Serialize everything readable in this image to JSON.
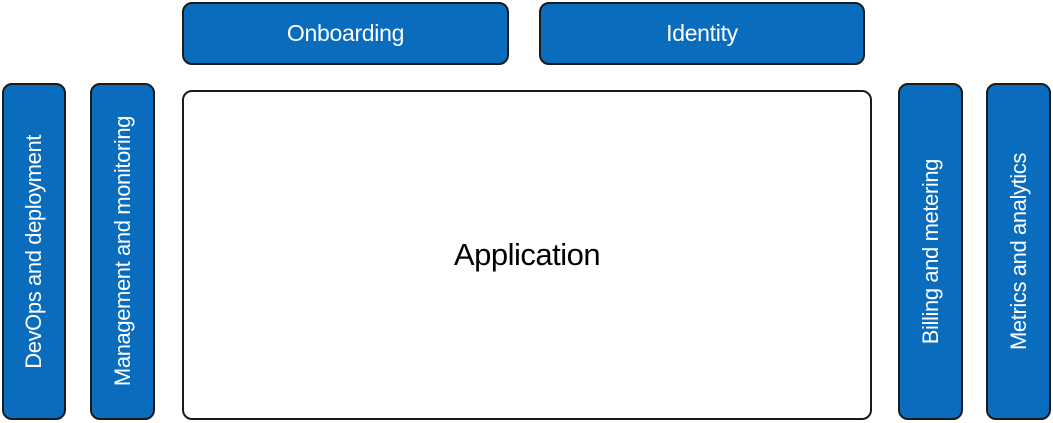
{
  "top_boxes": {
    "onboarding": "Onboarding",
    "identity": "Identity"
  },
  "left_boxes": {
    "devops": "DevOps and deployment",
    "management": "Management and monitoring"
  },
  "center": {
    "application": "Application"
  },
  "right_boxes": {
    "billing": "Billing and metering",
    "metrics": "Metrics and analytics"
  },
  "colors": {
    "service_box": "#0a6cbd",
    "border": "#1a1a1a",
    "application_box": "#ffffff"
  }
}
